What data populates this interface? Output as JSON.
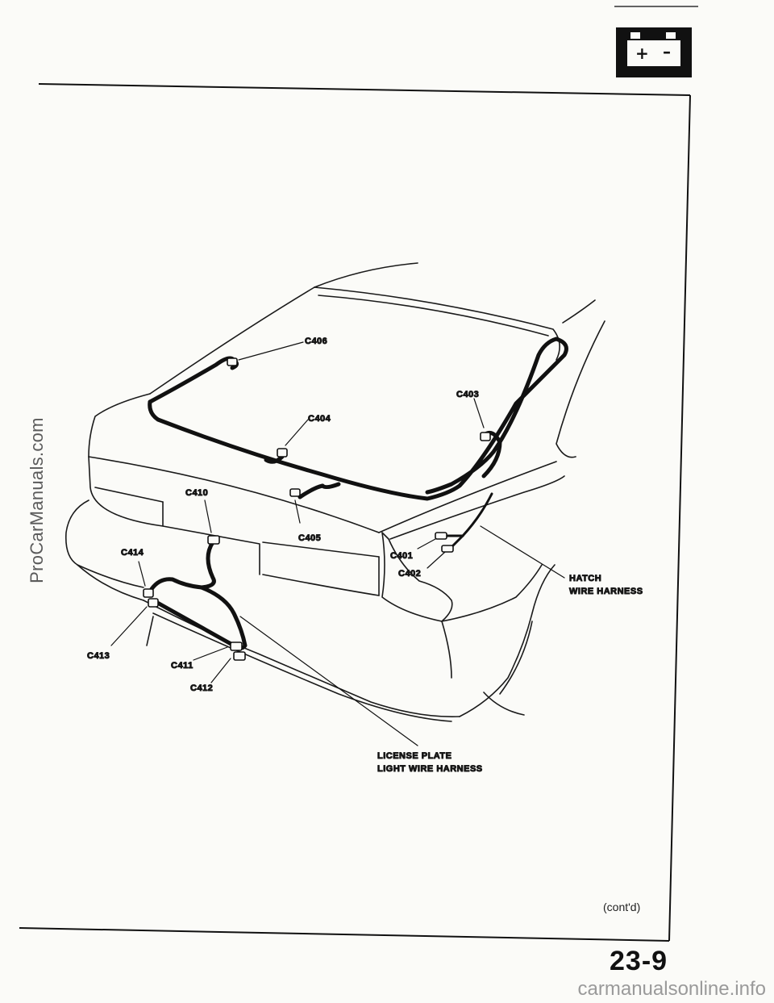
{
  "header": {
    "battery_icon": "battery-icon",
    "plus_sign": "+",
    "minus_sign": "–"
  },
  "diagram": {
    "connectors": {
      "c401": "C401",
      "c402": "C402",
      "c403": "C403",
      "c404": "C404",
      "c405": "C405",
      "c406": "C406",
      "c410": "C410",
      "c411": "C411",
      "c412": "C412",
      "c413": "C413",
      "c414": "C414"
    },
    "hatch_harness": [
      "HATCH",
      "WIRE HARNESS"
    ],
    "license_harness": [
      "LICENSE PLATE",
      "LIGHT WIRE HARNESS"
    ]
  },
  "footer": {
    "contd": "(cont'd)",
    "page_number": "23-9"
  },
  "watermarks": {
    "left": "ProCarManuals.com",
    "bottom": "carmanualsonline.info"
  }
}
